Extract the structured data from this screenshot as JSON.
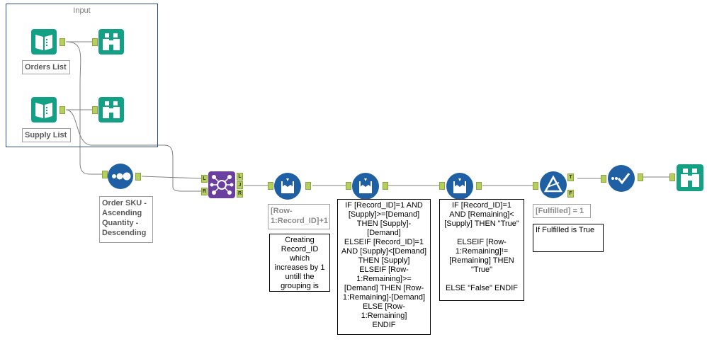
{
  "container": {
    "title": "Input"
  },
  "tools": {
    "orders_input_label": "Orders List",
    "supply_input_label": "Supply List",
    "sort_label": "Order SKU -\nAscending\nQuantity -\nDescending",
    "formula1_expression": "[Row-\n1:Record_ID]+1",
    "filter_expression": "[Fulfilled] = 1"
  },
  "anchors": {
    "left": "L",
    "join": "J",
    "right": "R",
    "true": "T",
    "false": "F"
  },
  "comments": {
    "record_id": "Creating\nRecord_ID\nwhich\nincreases by 1\nuntill the\ngrouping is",
    "supply_formula": "IF [Record_ID]=1 AND\n[Supply]>=[Demand]\nTHEN [Supply]-\n[Demand]\nELSEIF [Record_ID]=1\nAND [Supply]<[Demand]\nTHEN [Supply]\nELSEIF [Row-\n1:Remaining]>=\n[Demand] THEN [Row-\n1:Remaining]-[Demand]\nELSE [Row-\n1:Remaining]\nENDIF",
    "fulfilled_formula": "IF [Record_ID]=1\nAND [Remaining]<\n[Supply] THEN \"True\"\n\nELSEIF [Row-\n1:Remaining]!=\n[Remaining] THEN\n\"True\"\n\nELSE \"False\" ENDIF",
    "filter_note": "If Fulfilled is True"
  },
  "colors": {
    "input_green": "#13a085",
    "teal": "#1ba58a",
    "navy": "#1f5fa3",
    "join_purple": "#6b3fa0",
    "anchor_green": "#b5cf5e",
    "container_border": "#2b4d7e"
  },
  "icons": {
    "input": "book-icon",
    "browse": "binoculars-icon",
    "sort": "dots-icon",
    "join": "join-network-icon",
    "formula": "beaker-icon",
    "filter": "triangle-filter-icon",
    "select": "checkmark-icon"
  }
}
